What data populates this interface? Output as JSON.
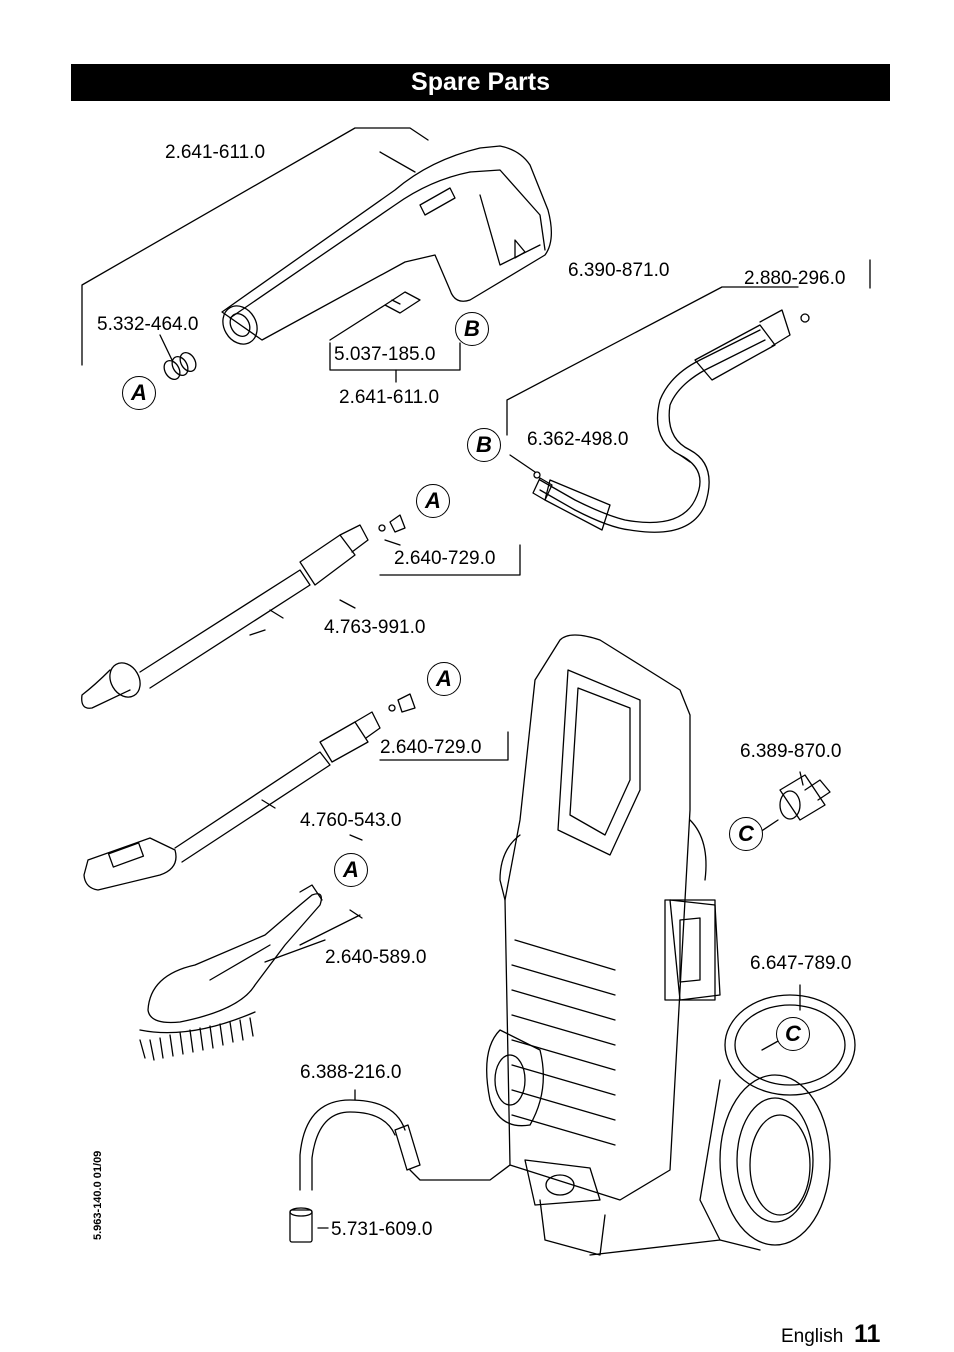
{
  "header": {
    "title": "Spare Parts"
  },
  "parts": {
    "gun_assembly": "2.641-611.0",
    "gun_seals": "5.332-464.0",
    "gun_clip": "5.037-185.0",
    "gun_assembly_2": "2.641-611.0",
    "hose_assembly": "6.390-871.0",
    "hose_oring": "2.880-296.0",
    "hose_nipple": "6.362-498.0",
    "lance_nozzle": "2.640-729.0",
    "lance_spray": "4.763-991.0",
    "lance_nozzle_2": "2.640-729.0",
    "lance_vario": "4.760-543.0",
    "brush": "2.640-589.0",
    "coupling": "6.389-870.0",
    "garden_hose": "6.647-789.0",
    "suction_hose": "6.388-216.0",
    "filter": "5.731-609.0"
  },
  "callouts": {
    "a": "A",
    "b": "B",
    "c": "C"
  },
  "footer": {
    "language": "English",
    "page": "11",
    "doc_code": "5.963-140.0  01/09"
  }
}
